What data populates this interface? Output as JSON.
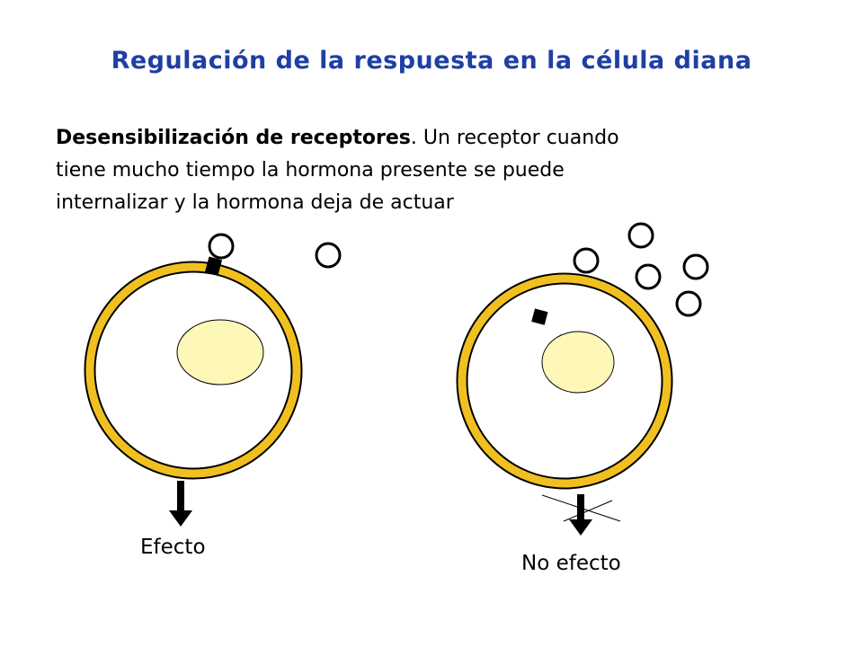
{
  "slide": {
    "title": "Regulación de la respuesta en la célula diana",
    "paragraph": {
      "bold_lead": "Desensibilización de receptores",
      "period": ". ",
      "line1_rest": "Un receptor cuando",
      "line2": "tiene mucho tiempo la hormona presente se puede",
      "line3": "internalizar y la hormona deja de actuar"
    },
    "left_cell": {
      "caption": "Efecto"
    },
    "right_cell": {
      "caption": "No efecto"
    }
  },
  "colors": {
    "title": "#1f3fa3",
    "membrane": "#f0c020",
    "nucleus": "#fdf8b8",
    "stroke": "#000000"
  },
  "icons": [
    "hormone-circle",
    "receptor-square",
    "effect-arrow",
    "cross-out-lines"
  ]
}
